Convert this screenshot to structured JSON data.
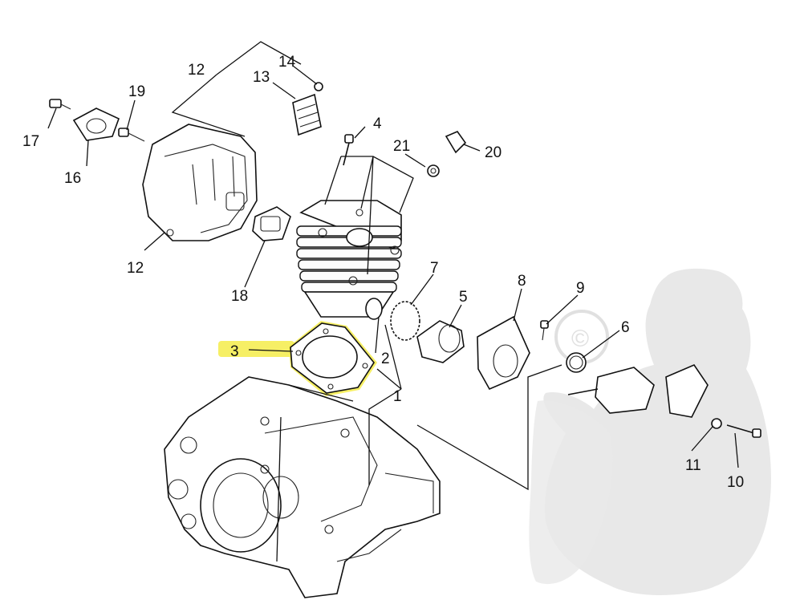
{
  "diagram": {
    "callouts": [
      {
        "id": "c1",
        "label": "1"
      },
      {
        "id": "c2",
        "label": "2"
      },
      {
        "id": "c3",
        "label": "3"
      },
      {
        "id": "c4",
        "label": "4"
      },
      {
        "id": "c5",
        "label": "5"
      },
      {
        "id": "c6",
        "label": "6"
      },
      {
        "id": "c7",
        "label": "7"
      },
      {
        "id": "c8",
        "label": "8"
      },
      {
        "id": "c9",
        "label": "9"
      },
      {
        "id": "c10",
        "label": "10"
      },
      {
        "id": "c11",
        "label": "11"
      },
      {
        "id": "c12a",
        "label": "12"
      },
      {
        "id": "c12b",
        "label": "12"
      },
      {
        "id": "c13",
        "label": "13"
      },
      {
        "id": "c14",
        "label": "14"
      },
      {
        "id": "c16",
        "label": "16"
      },
      {
        "id": "c17",
        "label": "17"
      },
      {
        "id": "c18",
        "label": "18"
      },
      {
        "id": "c19",
        "label": "19"
      },
      {
        "id": "c20",
        "label": "20"
      },
      {
        "id": "c21",
        "label": "21"
      }
    ],
    "highlighted_part": "3",
    "colors": {
      "highlight": "#f5ec4a",
      "line": "#111111",
      "watermark": "#e6e6e6"
    }
  }
}
